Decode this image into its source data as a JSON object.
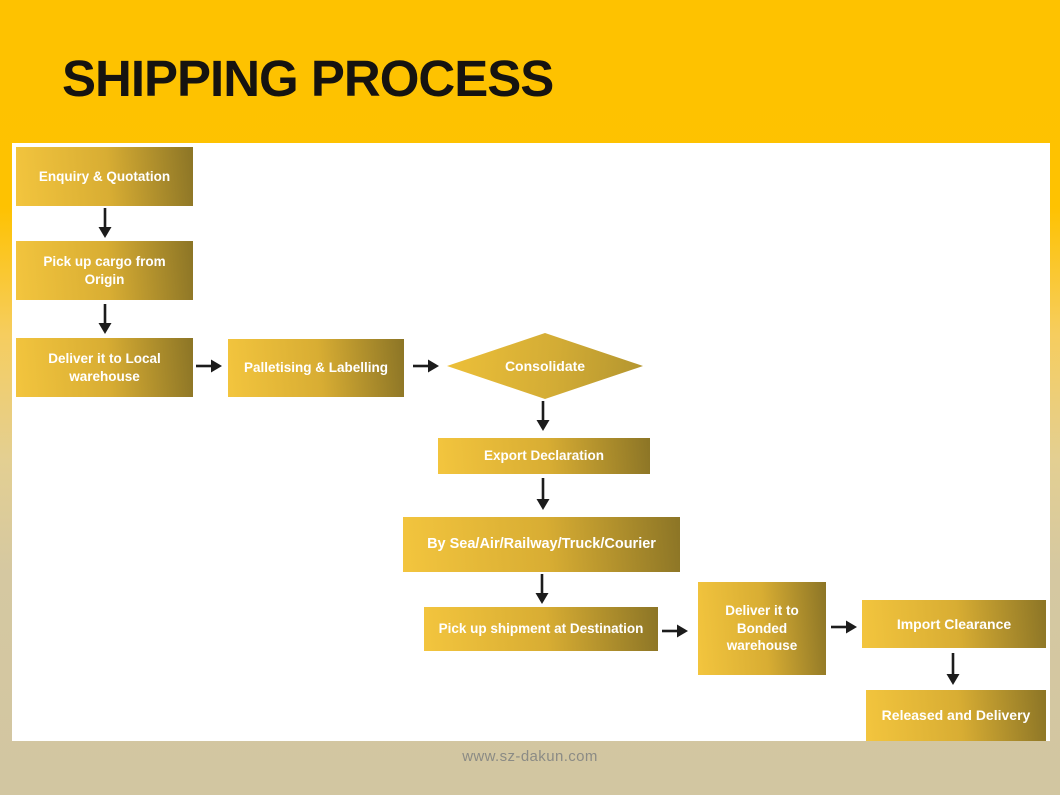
{
  "slide": {
    "title": "SHIPPING PROCESS",
    "footer": "www.sz-dakun.com"
  },
  "colors": {
    "background_top": "#FEC200",
    "background_bottom": "#D2C6A1",
    "panel": "#FFFFFF",
    "box_gradient_start": "#F3C53E",
    "box_gradient_end": "#8C7526",
    "box_text": "#FFFFFF",
    "title_text": "#161310",
    "arrow": "#1C1C1C",
    "footer_text": "#8B8B85"
  },
  "flowchart": {
    "nodes": [
      {
        "id": "enquiry",
        "shape": "rect",
        "label": "Enquiry & Quotation"
      },
      {
        "id": "pickup-origin",
        "shape": "rect",
        "label": "Pick up cargo from Origin"
      },
      {
        "id": "deliver-local",
        "shape": "rect",
        "label": "Deliver it to Local warehouse"
      },
      {
        "id": "palletising",
        "shape": "rect",
        "label": "Palletising & Labelling"
      },
      {
        "id": "consolidate",
        "shape": "diamond",
        "label": "Consolidate"
      },
      {
        "id": "export-declaration",
        "shape": "rect",
        "label": "Export Declaration"
      },
      {
        "id": "transport",
        "shape": "rect",
        "label": "By Sea/Air/Railway/Truck/Courier"
      },
      {
        "id": "pickup-destination",
        "shape": "rect",
        "label": "Pick up shipment at Destination"
      },
      {
        "id": "deliver-bonded",
        "shape": "rect",
        "label": "Deliver it to Bonded warehouse"
      },
      {
        "id": "import-clearance",
        "shape": "rect",
        "label": "Import Clearance"
      },
      {
        "id": "released",
        "shape": "rect",
        "label": "Released and Delivery"
      }
    ],
    "edges": [
      {
        "from": "enquiry",
        "to": "pickup-origin",
        "direction": "down"
      },
      {
        "from": "pickup-origin",
        "to": "deliver-local",
        "direction": "down"
      },
      {
        "from": "deliver-local",
        "to": "palletising",
        "direction": "right"
      },
      {
        "from": "palletising",
        "to": "consolidate",
        "direction": "right"
      },
      {
        "from": "consolidate",
        "to": "export-declaration",
        "direction": "down"
      },
      {
        "from": "export-declaration",
        "to": "transport",
        "direction": "down"
      },
      {
        "from": "transport",
        "to": "pickup-destination",
        "direction": "down"
      },
      {
        "from": "pickup-destination",
        "to": "deliver-bonded",
        "direction": "right"
      },
      {
        "from": "deliver-bonded",
        "to": "import-clearance",
        "direction": "right"
      },
      {
        "from": "import-clearance",
        "to": "released",
        "direction": "down"
      }
    ]
  }
}
